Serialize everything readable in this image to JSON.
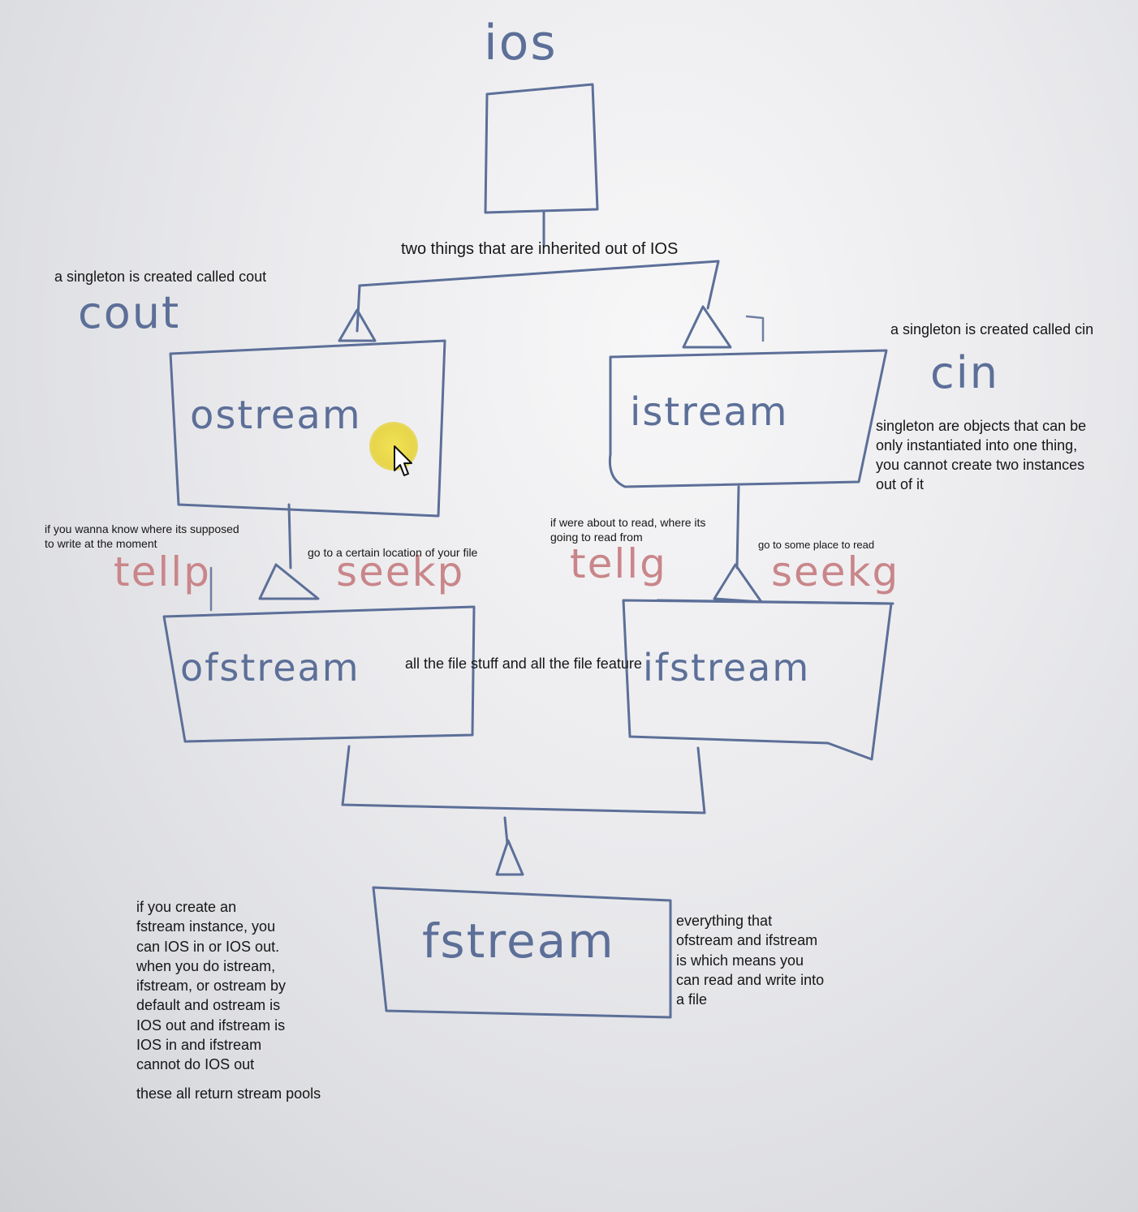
{
  "diagram": {
    "nodes": {
      "ios_label": "ios",
      "ostream": "ostream",
      "istream": "istream",
      "ofstream": "ofstream",
      "ifstream": "ifstream",
      "fstream": "fstream"
    },
    "handwritten": {
      "cout": "cout",
      "cin": "cin",
      "tellp": "tellp",
      "seekp": "seekp",
      "tellg": "tellg",
      "seekg": "seekg"
    }
  },
  "annotations": {
    "inherited": "two things that are inherited out of IOS",
    "cout_note": "a singleton is created called cout",
    "cin_note": "a singleton is created called cin",
    "singleton_def": [
      "singleton are objects that can be",
      "only instantiated into one thing,",
      "you cannot create two instances",
      "out of it"
    ],
    "tellp_note": [
      "if you wanna know where its supposed",
      "to write at the moment"
    ],
    "seekp_note": "go to a certain location of your file",
    "tellg_note": [
      "if were about to read, where its",
      "going to read from"
    ],
    "seekg_note": "go to some place to read",
    "file_stuff": "all the file stuff and all the file feature",
    "fstream_left": [
      "if you create an",
      "fstream instance, you",
      "can IOS in or IOS out.",
      "when you do istream,",
      "ifstream, or ostream by",
      "default and ostream is",
      "IOS out and ifstream is",
      "IOS in and ifstream",
      "cannot do IOS out"
    ],
    "stream_pools": "these all return stream pools",
    "fstream_right": [
      "everything that",
      "ofstream and ifstream",
      "is which means you",
      "can read and write into",
      "a file"
    ]
  }
}
